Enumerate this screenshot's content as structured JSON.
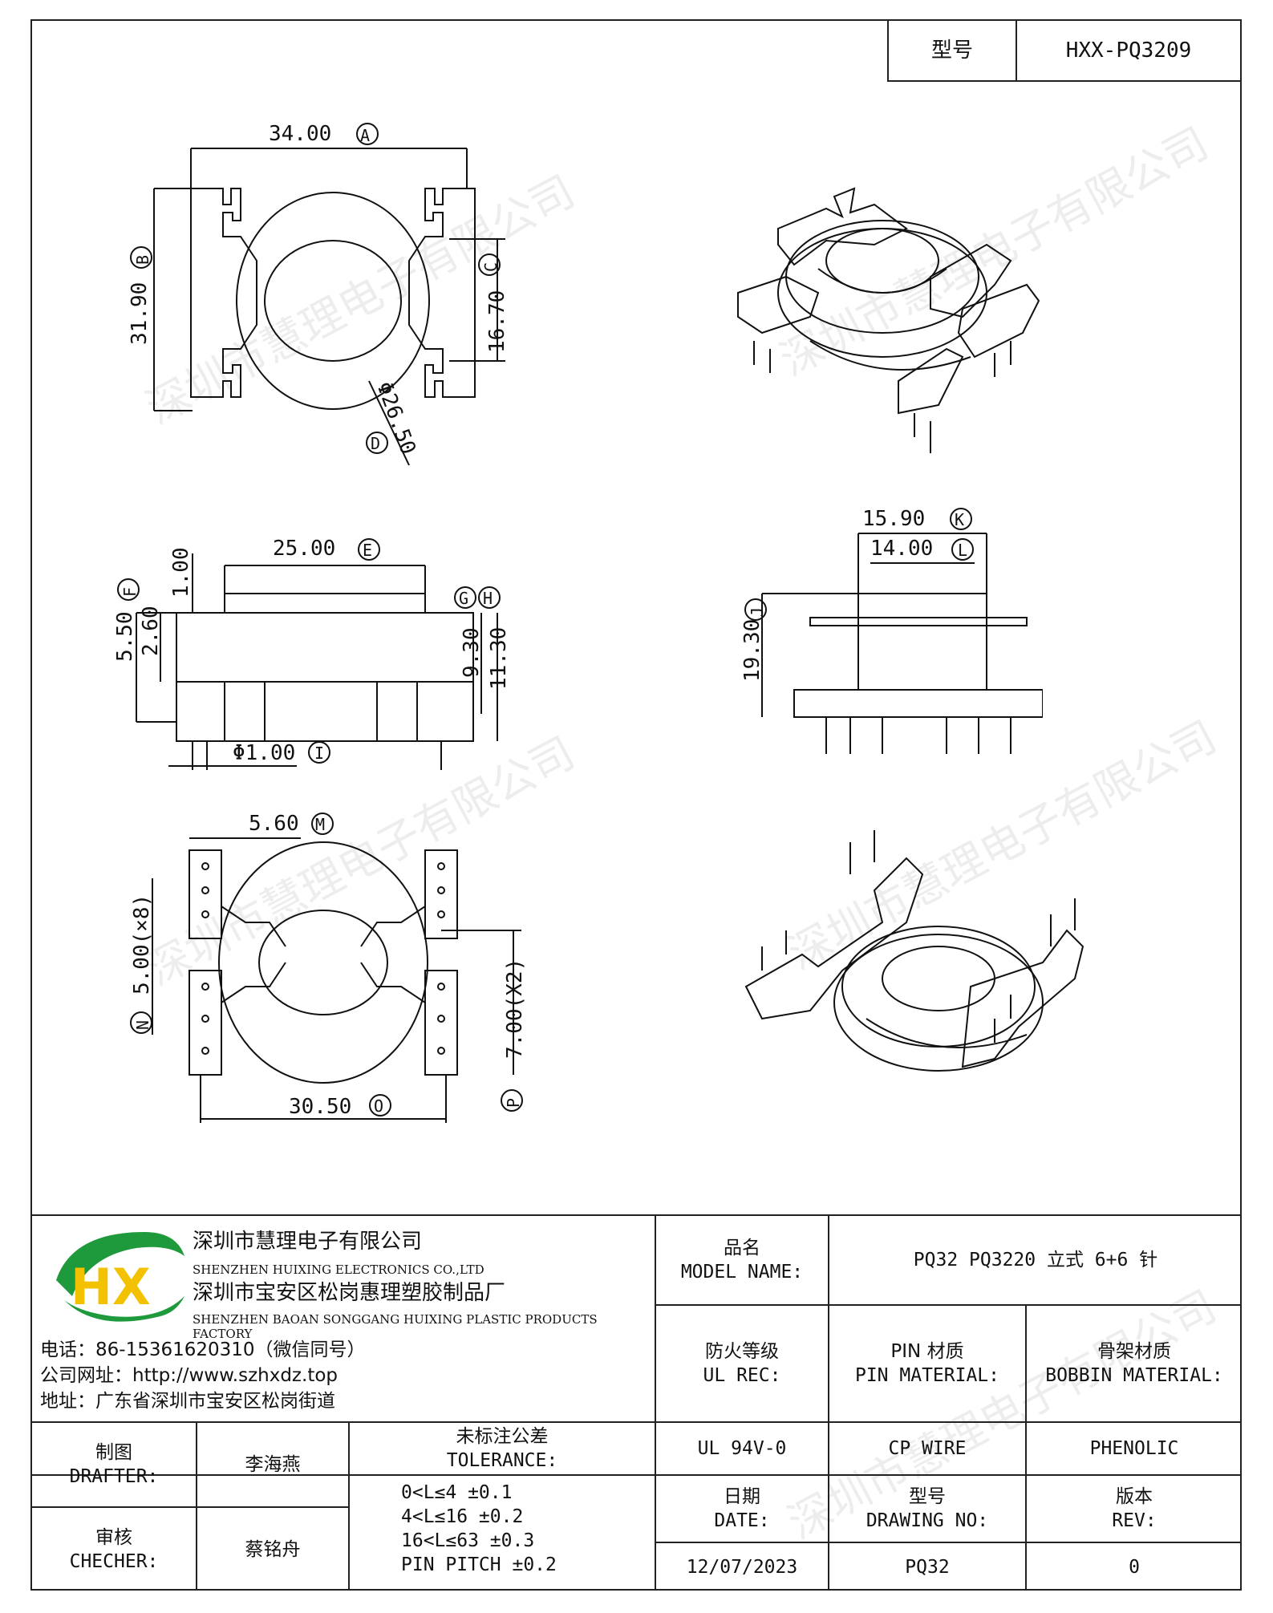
{
  "header": {
    "model_label": "型号",
    "model_value": "HXX-PQ3209"
  },
  "dimensions": {
    "A": "34.00",
    "B": "31.90",
    "C": "16.70",
    "D": "Φ26.50",
    "E": "25.00",
    "F": "5.50",
    "G": "9.30",
    "H": "11.30",
    "I": "Φ1.00",
    "J": "19.30",
    "K": "15.90",
    "L": "14.00",
    "M": "5.60",
    "N": "5.00(×8)",
    "O": "30.50",
    "P": "7.00(X2)",
    "top_small_1": "1.00",
    "top_small_2": "2.60",
    "letters": [
      "A",
      "B",
      "C",
      "D",
      "E",
      "F",
      "G",
      "H",
      "I",
      "J",
      "K",
      "L",
      "M",
      "N",
      "O",
      "P"
    ]
  },
  "company": {
    "name_cn": "深圳市慧理电子有限公司",
    "name_en": "SHENZHEN HUIXING ELECTRONICS CO.,LTD",
    "factory_cn": "深圳市宝安区松岗惠理塑胶制品厂",
    "factory_en": "SHENZHEN BAOAN SONGGANG HUIXING PLASTIC PRODUCTS FACTORY",
    "phone": "电话：86-15361620310（微信同号）",
    "website": "公司网址：http://www.szhxdz.top",
    "address": "地址：广东省深圳市宝安区松岗街道",
    "logo_text": "HX",
    "colors": {
      "logo_green": "#1e9a3c",
      "logo_yellow": "#f2c200"
    }
  },
  "titleblock": {
    "model_name_cn": "品名",
    "model_name_en": "MODEL NAME:",
    "model_name_value": "PQ32 PQ3220 立式 6+6 针",
    "ul_cn": "防火等级",
    "ul_en": "UL REC:",
    "ul_value": "UL 94V-0",
    "pin_cn": "PIN 材质",
    "pin_en": "PIN MATERIAL:",
    "pin_value": "CP WIRE",
    "bobbin_cn": "骨架材质",
    "bobbin_en": "BOBBIN MATERIAL:",
    "bobbin_value": "PHENOLIC",
    "date_cn": "日期",
    "date_en": "DATE:",
    "date_value": "12/07/2023",
    "drawing_cn": "型号",
    "drawing_en": "DRAWING NO:",
    "drawing_value": "PQ32",
    "rev_cn": "版本",
    "rev_en": "REV:",
    "rev_value": "0",
    "drafter_cn": "制图",
    "drafter_en": "DRAFTER:",
    "drafter_value": "李海燕",
    "checker_cn": "审核",
    "checker_en": "CHECHER:",
    "checker_value": "蔡铭舟",
    "tolerance_cn": "未标注公差",
    "tolerance_en": "TOLERANCE:",
    "tolerance_lines": [
      "0<L≤4  ±0.1",
      "4<L≤16 ±0.2",
      "16<L≤63 ±0.3",
      "PIN PITCH ±0.2"
    ]
  },
  "watermark": "深圳市慧理电子有限公司"
}
